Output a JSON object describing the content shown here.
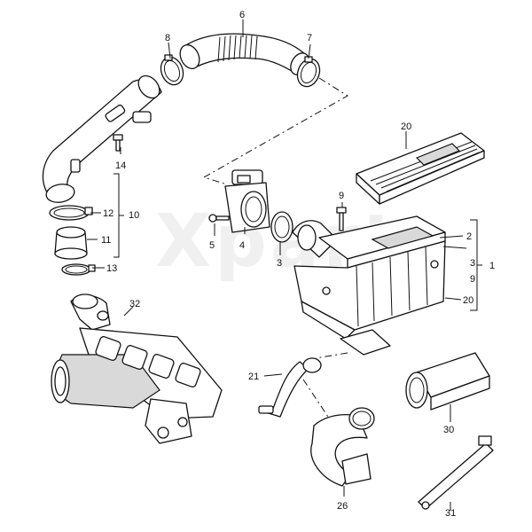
{
  "watermark": "Xpart",
  "callouts": {
    "p1": "1",
    "p2": "2",
    "p3a": "3",
    "p3b": "3",
    "p4": "4",
    "p5": "5",
    "p6": "6",
    "p7": "7",
    "p8": "8",
    "p9a": "9",
    "p9b": "9",
    "p10": "10",
    "p11": "11",
    "p12": "12",
    "p13": "13",
    "p14": "14",
    "p20a": "20",
    "p20b": "20",
    "p21": "21",
    "p26": "26",
    "p30": "30",
    "p31": "31",
    "p32": "32"
  }
}
